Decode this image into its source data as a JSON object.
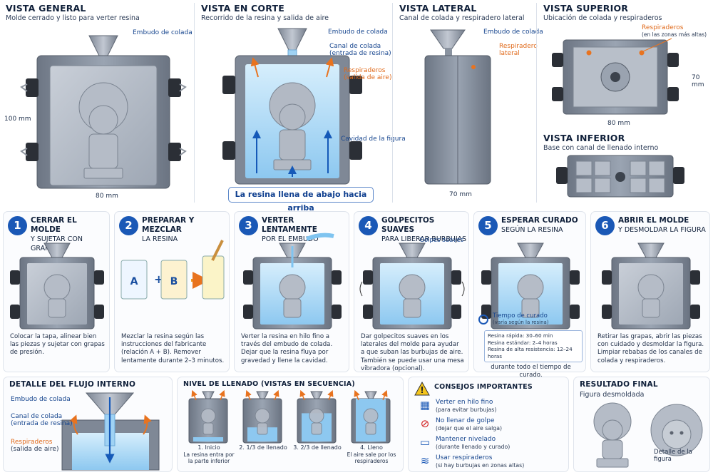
{
  "vista_general": {
    "title": "VISTA GENERAL",
    "subtitle": "Molde cerrado y listo para verter resina",
    "label_embudo": "Embudo de colada",
    "dim_h": "100 mm",
    "dim_w": "80 mm"
  },
  "vista_corte": {
    "title": "VISTA EN CORTE",
    "subtitle": "Recorrido de la resina y salida de aire",
    "label_embudo": "Embudo de colada",
    "label_canal": "Canal de colada",
    "label_canal_sub": "(entrada de resina)",
    "label_resp": "Respiraderos",
    "label_resp_sub": "(salida de aire)",
    "label_cavidad": "Cavidad de la figura",
    "banner": "La resina llena de abajo hacia arriba"
  },
  "vista_lateral": {
    "title": "VISTA LATERAL",
    "subtitle": "Canal de colada y respiradero lateral",
    "label_embudo": "Embudo de colada",
    "label_resp": "Respiradero",
    "label_resp2": "lateral",
    "dim_w": "70 mm"
  },
  "vista_superior": {
    "title": "VISTA SUPERIOR",
    "subtitle": "Ubicación de colada y respiraderos",
    "label_resp": "Respiraderos",
    "label_resp_sub": "(en las zonas más altas)",
    "dim_h": "70 mm",
    "dim_w": "80 mm"
  },
  "vista_inferior": {
    "title": "VISTA INFERIOR",
    "subtitle": "Base con canal de llenado interno"
  },
  "steps": [
    {
      "num": "1",
      "t1": "CERRAR EL MOLDE",
      "t2": "Y SUJETAR CON GRAPAS",
      "desc": "Colocar la tapa, alinear bien las piezas y sujetar con grapas de presión."
    },
    {
      "num": "2",
      "t1": "PREPARAR Y MEZCLAR",
      "t2": "LA RESINA",
      "desc": "Mezclar la resina según las instrucciones del fabricante (relación A + B). Remover lentamente durante 2–3 minutos.",
      "cupA": "A",
      "cupB": "B",
      "plus": "+"
    },
    {
      "num": "3",
      "t1": "VERTER LENTAMENTE",
      "t2": "POR EL EMBUDO",
      "desc": "Verter la resina en hilo fino a través del embudo de colada. Dejar que la resina fluya por gravedad y llene la cavidad."
    },
    {
      "num": "4",
      "t1": "GOLPECITOS SUAVES",
      "t2": "PARA LIBERAR BURBUJAS",
      "desc": "Dar golpecitos suaves en los laterales del molde para ayudar a que suban las burbujas de aire. También se puede usar una mesa vibradora (opcional).",
      "label": "Golpes suaves"
    },
    {
      "num": "5",
      "t1": "ESPERAR CURADO",
      "t2": "SEGÚN LA RESINA",
      "desc": "Mantener el molde nivelado durante todo el tiempo de curado.",
      "cure_title": "Tiempo de curado",
      "cure_sub": "(varía según la resina)",
      "cure_rows": [
        "Resina rápida: 30–60 min",
        "Resina estándar: 2–4 horas",
        "Resina de alta resistencia: 12–24 horas"
      ]
    },
    {
      "num": "6",
      "t1": "ABRIR EL MOLDE",
      "t2": "Y DESMOLDAR LA FIGURA",
      "desc": "Retirar las grapas, abrir las piezas con cuidado y desmoldar la figura. Limpiar rebabas de los canales de colada y respiraderos."
    }
  ],
  "detalle": {
    "title": "DETALLE DEL FLUJO INTERNO",
    "label_embudo": "Embudo de colada",
    "label_canal": "Canal de colada",
    "label_canal_sub": "(entrada de resina)",
    "label_resp": "Respiraderos",
    "label_resp_sub": "(salida de aire)"
  },
  "nivel": {
    "title": "NIVEL DE LLENADO (VISTAS EN SECUENCIA)",
    "items": [
      {
        "t": "1. Inicio",
        "s": "La resina entra por la parte inferior",
        "fill": 0.1
      },
      {
        "t": "2. 1/3 de llenado",
        "s": "",
        "fill": 0.33
      },
      {
        "t": "3. 2/3 de llenado",
        "s": "",
        "fill": 0.66
      },
      {
        "t": "4. Lleno",
        "s": "El aire sale por los respiraderos",
        "fill": 1.0
      }
    ]
  },
  "consejos": {
    "title": "CONSEJOS IMPORTANTES",
    "items": [
      {
        "t": "Verter en hilo fino",
        "s": "(para evitar burbujas)",
        "icon": "bubbles-icon"
      },
      {
        "t": "No llenar de golpe",
        "s": "(dejar que el aire salga)",
        "icon": "no-icon"
      },
      {
        "t": "Mantener nivelado",
        "s": "(durante llenado y curado)",
        "icon": "level-icon"
      },
      {
        "t": "Usar respiraderos",
        "s": "(si hay burbujas en zonas altas)",
        "icon": "air-icon"
      }
    ]
  },
  "resultado": {
    "title": "RESULTADO FINAL",
    "subtitle": "Figura desmoldada",
    "detail": "Detalle de la figura"
  },
  "colors": {
    "mold": "#8e98a6",
    "resin": "#a9d6f5",
    "accent": "#1a58b6",
    "arrow": "#e8731f"
  }
}
